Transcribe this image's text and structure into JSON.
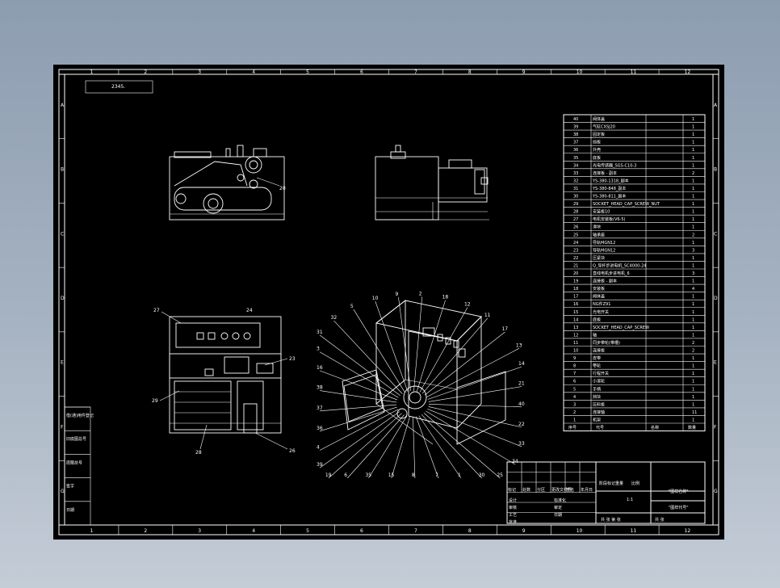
{
  "drawing": {
    "background": "#000000",
    "line_color": "#ffffff",
    "zone_columns": [
      "1",
      "2",
      "3",
      "4",
      "5",
      "6",
      "7",
      "8",
      "9",
      "10",
      "11",
      "12"
    ],
    "zone_rows": [
      "A",
      "B",
      "C",
      "D",
      "E",
      "F",
      "G"
    ],
    "drawing_number_box": "2345.",
    "side_view_label": "20",
    "plan_view_callouts": [
      "27",
      "24",
      "23",
      "29",
      "28",
      "26"
    ],
    "iso_view_callouts": [
      "16",
      "3",
      "31",
      "32",
      "5",
      "10",
      "9",
      "2",
      "18",
      "12",
      "11",
      "17",
      "13",
      "14",
      "21",
      "40",
      "22",
      "33",
      "34",
      "25",
      "30",
      "1",
      "7",
      "8",
      "15",
      "35",
      "6",
      "19",
      "39",
      "4",
      "36",
      "37",
      "38"
    ],
    "parts_list": {
      "rows": [
        {
          "no": "40",
          "name": "阀体盖",
          "qty": "1"
        },
        {
          "no": "39",
          "name": "气缸CXSJ20",
          "qty": "1"
        },
        {
          "no": "38",
          "name": "固定板",
          "qty": "1"
        },
        {
          "no": "37",
          "name": "挡板",
          "qty": "1"
        },
        {
          "no": "36",
          "name": "外壳",
          "qty": "1"
        },
        {
          "no": "35",
          "name": "底板",
          "qty": "1"
        },
        {
          "no": "34",
          "name": "光电传感器_SGS-C10-3",
          "qty": "1"
        },
        {
          "no": "33",
          "name": "连接板 - 副本",
          "qty": "2"
        },
        {
          "no": "32",
          "name": "YS-380-1318_副本",
          "qty": "1"
        },
        {
          "no": "31",
          "name": "YS-380-848_副本",
          "qty": "1"
        },
        {
          "no": "30",
          "name": "YS-380-811_副本",
          "qty": "1"
        },
        {
          "no": "29",
          "name": "SOCKET_HEAD_CAP_SCREW_NUT",
          "qty": "1"
        },
        {
          "no": "28",
          "name": "安装板10",
          "qty": "1"
        },
        {
          "no": "27",
          "name": "电机安装板(V6-5)",
          "qty": "1"
        },
        {
          "no": "26",
          "name": "滑块",
          "qty": "1"
        },
        {
          "no": "25",
          "name": "轴承座",
          "qty": "2"
        },
        {
          "no": "24",
          "name": "导轨MGN12",
          "qty": "1"
        },
        {
          "no": "23",
          "name": "导轨MGN12",
          "qty": "3"
        },
        {
          "no": "22",
          "name": "压紧块",
          "qty": "1"
        },
        {
          "no": "21",
          "name": "Q_导杆步进电机_SC4000-24",
          "qty": "1"
        },
        {
          "no": "20",
          "name": "直线电机步进电机_6",
          "qty": "3"
        },
        {
          "no": "19",
          "name": "连接板 - 副本",
          "qty": "1"
        },
        {
          "no": "18",
          "name": "安装板",
          "qty": "4"
        },
        {
          "no": "17",
          "name": "阀体盖",
          "qty": "1"
        },
        {
          "no": "16",
          "name": "NG件Z91",
          "qty": "1"
        },
        {
          "no": "15",
          "name": "光电开关",
          "qty": "1"
        },
        {
          "no": "14",
          "name": "底板",
          "qty": "1"
        },
        {
          "no": "13",
          "name": "SOCKET_HEAD_CAP_SCREW",
          "qty": "1"
        },
        {
          "no": "12",
          "name": "轴",
          "qty": "1"
        },
        {
          "no": "11",
          "name": "同步带轮(带槽)",
          "qty": "2"
        },
        {
          "no": "10",
          "name": "连接板",
          "qty": "2"
        },
        {
          "no": "9",
          "name": "皮带",
          "qty": "1"
        },
        {
          "no": "8",
          "name": "带轮",
          "qty": "1"
        },
        {
          "no": "7",
          "name": "行程开关",
          "qty": "1"
        },
        {
          "no": "6",
          "name": "小滚轮",
          "qty": "1"
        },
        {
          "no": "5",
          "name": "手柄",
          "qty": "1"
        },
        {
          "no": "4",
          "name": "挡块",
          "qty": "1"
        },
        {
          "no": "3",
          "name": "压料板",
          "qty": "1"
        },
        {
          "no": "2",
          "name": "连接轴",
          "qty": "11"
        },
        {
          "no": "1",
          "name": "机架",
          "qty": "1"
        }
      ],
      "header": [
        "序号",
        "代号",
        "名称",
        "数量"
      ]
    },
    "left_stamps": [
      "借(通)用件登记",
      "旧底图总号",
      "底图总号",
      "签字",
      "日期"
    ],
    "title_block": {
      "rev_headers": [
        "标记",
        "处数",
        "分区",
        "更改文件号",
        "签名",
        "年月日"
      ],
      "rows": [
        "设计",
        "审核",
        "工艺",
        "批准"
      ],
      "row_values": [
        "标准化",
        "审定",
        "日期"
      ],
      "stage_headers": [
        "阶段标记",
        "重量",
        "比例"
      ],
      "scale": "1:1",
      "sheet": "共 张 第 张",
      "part_name": "\"图样名称\"",
      "drawing_no": "\"图样代号\"",
      "note": "共 张"
    }
  }
}
